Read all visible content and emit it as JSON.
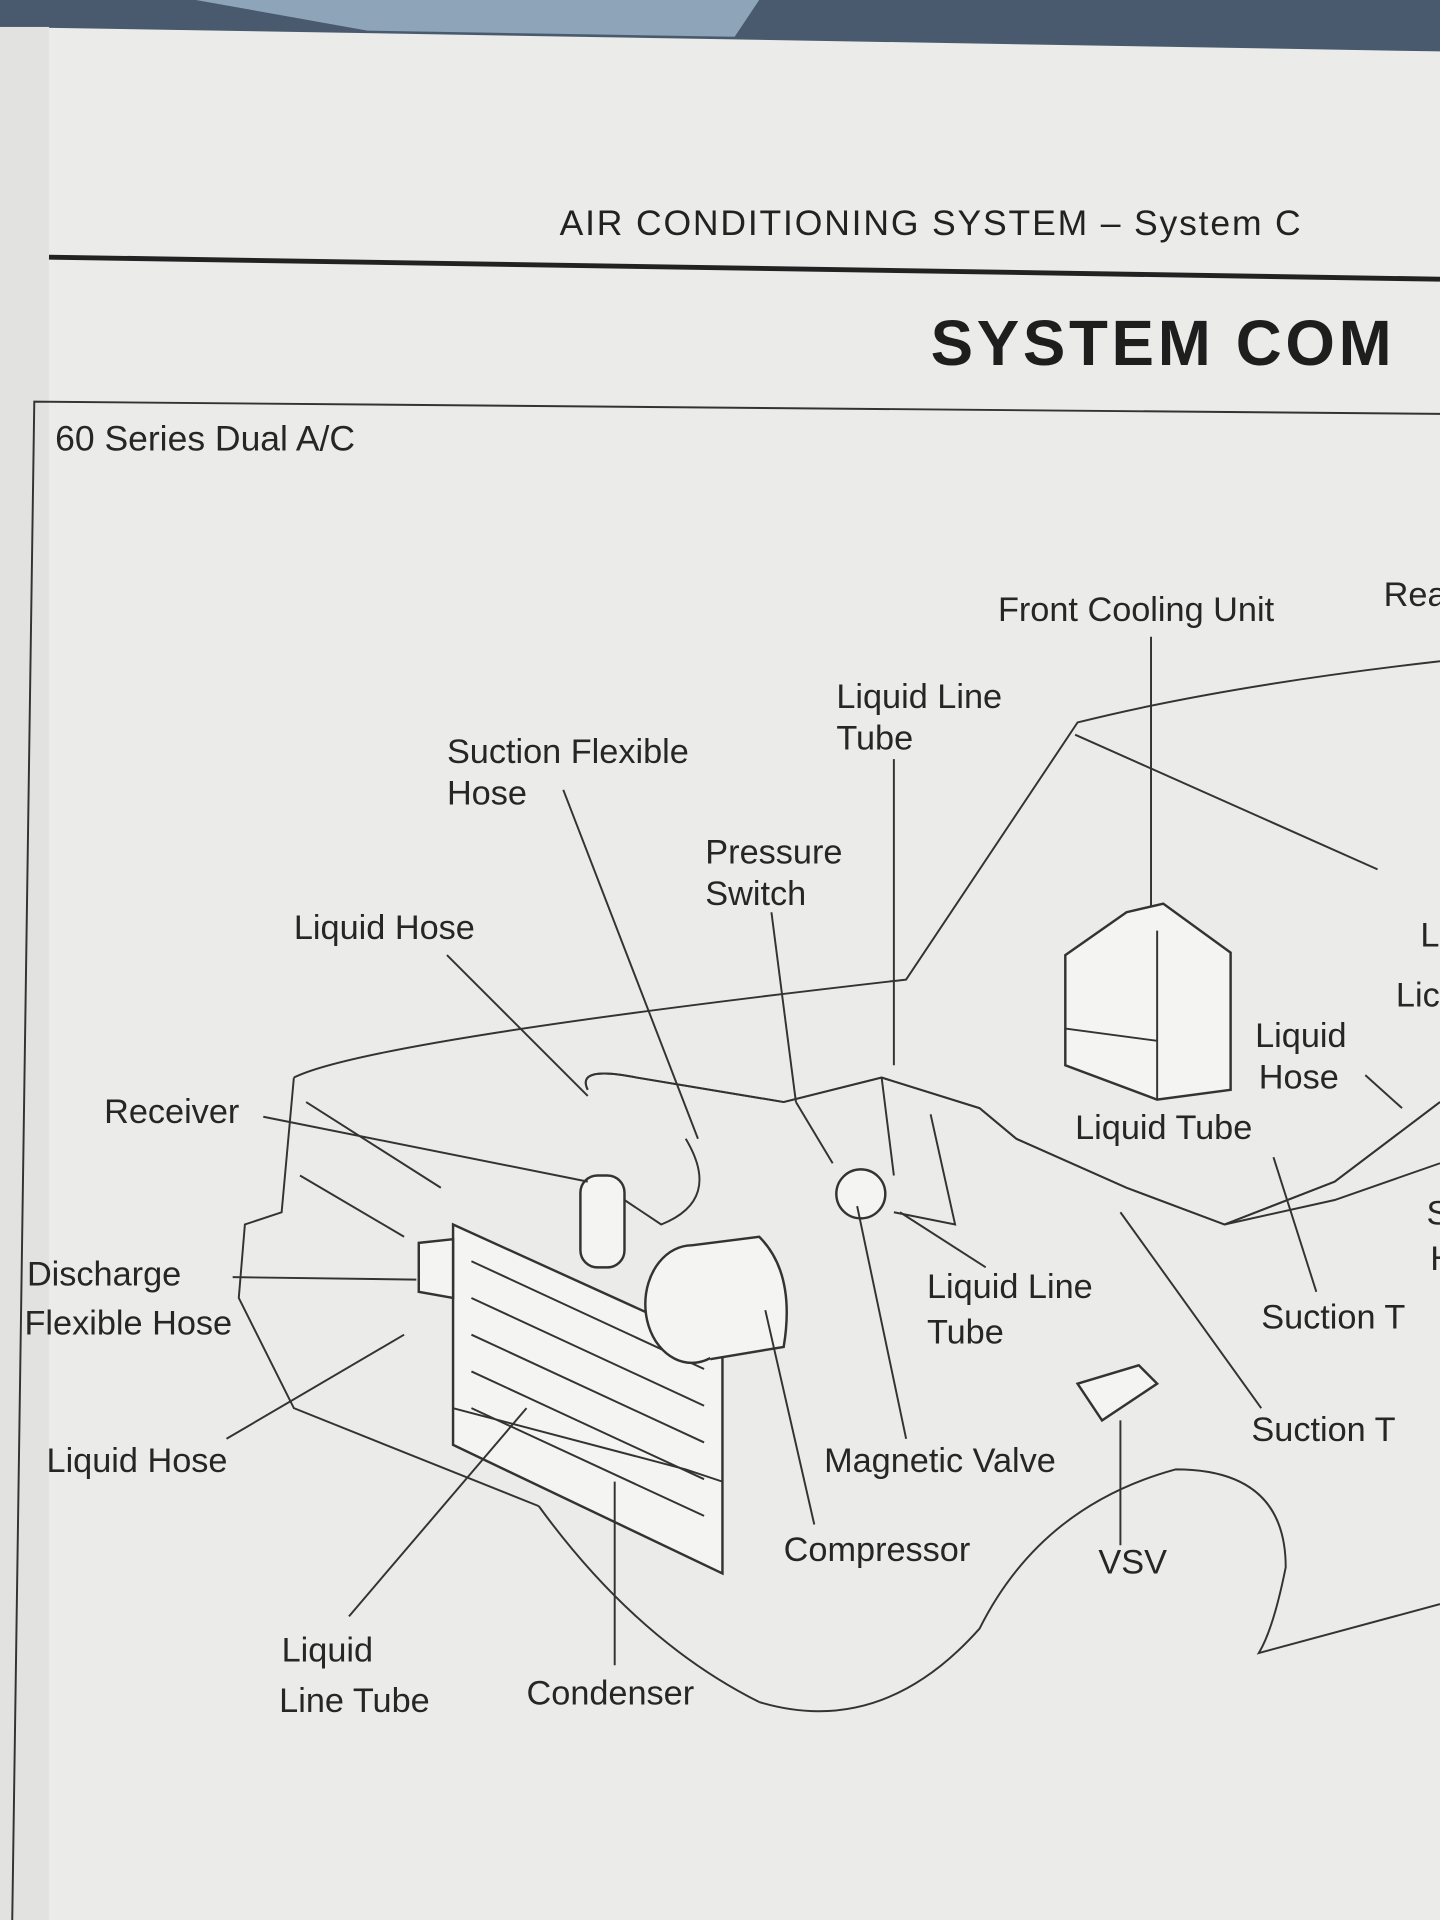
{
  "page": {
    "header": "AIR CONDITIONING SYSTEM – System C",
    "title": "SYSTEM COM",
    "figure_caption": "60 Series Dual A/C"
  },
  "diagram": {
    "labels": {
      "front_cooling_unit": "Front Cooling Unit",
      "rear_partial": "Rea",
      "liquid_line_tube_top_1": "Liquid Line",
      "liquid_line_tube_top_2": "Tube",
      "suction_flexible_hose_1": "Suction Flexible",
      "suction_flexible_hose_2": "Hose",
      "pressure_switch_1": "Pressure",
      "pressure_switch_2": "Switch",
      "liquid_hose_upper": "Liquid Hose",
      "right_partial_l": "L",
      "right_partial_lic": "Lic",
      "liquid_hose_right_1": "Liquid",
      "liquid_hose_right_2": "Hose",
      "receiver": "Receiver",
      "liquid_tube": "Liquid Tube",
      "right_partial_s": "S",
      "right_partial_h": "H",
      "discharge_flexible_hose_1": "Discharge",
      "discharge_flexible_hose_2": "Flexible Hose",
      "liquid_line_tube_mid_1": "Liquid Line",
      "liquid_line_tube_mid_2": "Tube",
      "suction_t_upper": "Suction T",
      "suction_t_lower": "Suction T",
      "liquid_hose_lower": "Liquid Hose",
      "magnetic_valve": "Magnetic Valve",
      "compressor": "Compressor",
      "vsv": "VSV",
      "liquid_line_tube_bottom_1": "Liquid",
      "liquid_line_tube_bottom_2": "Line Tube",
      "condenser": "Condenser"
    }
  }
}
